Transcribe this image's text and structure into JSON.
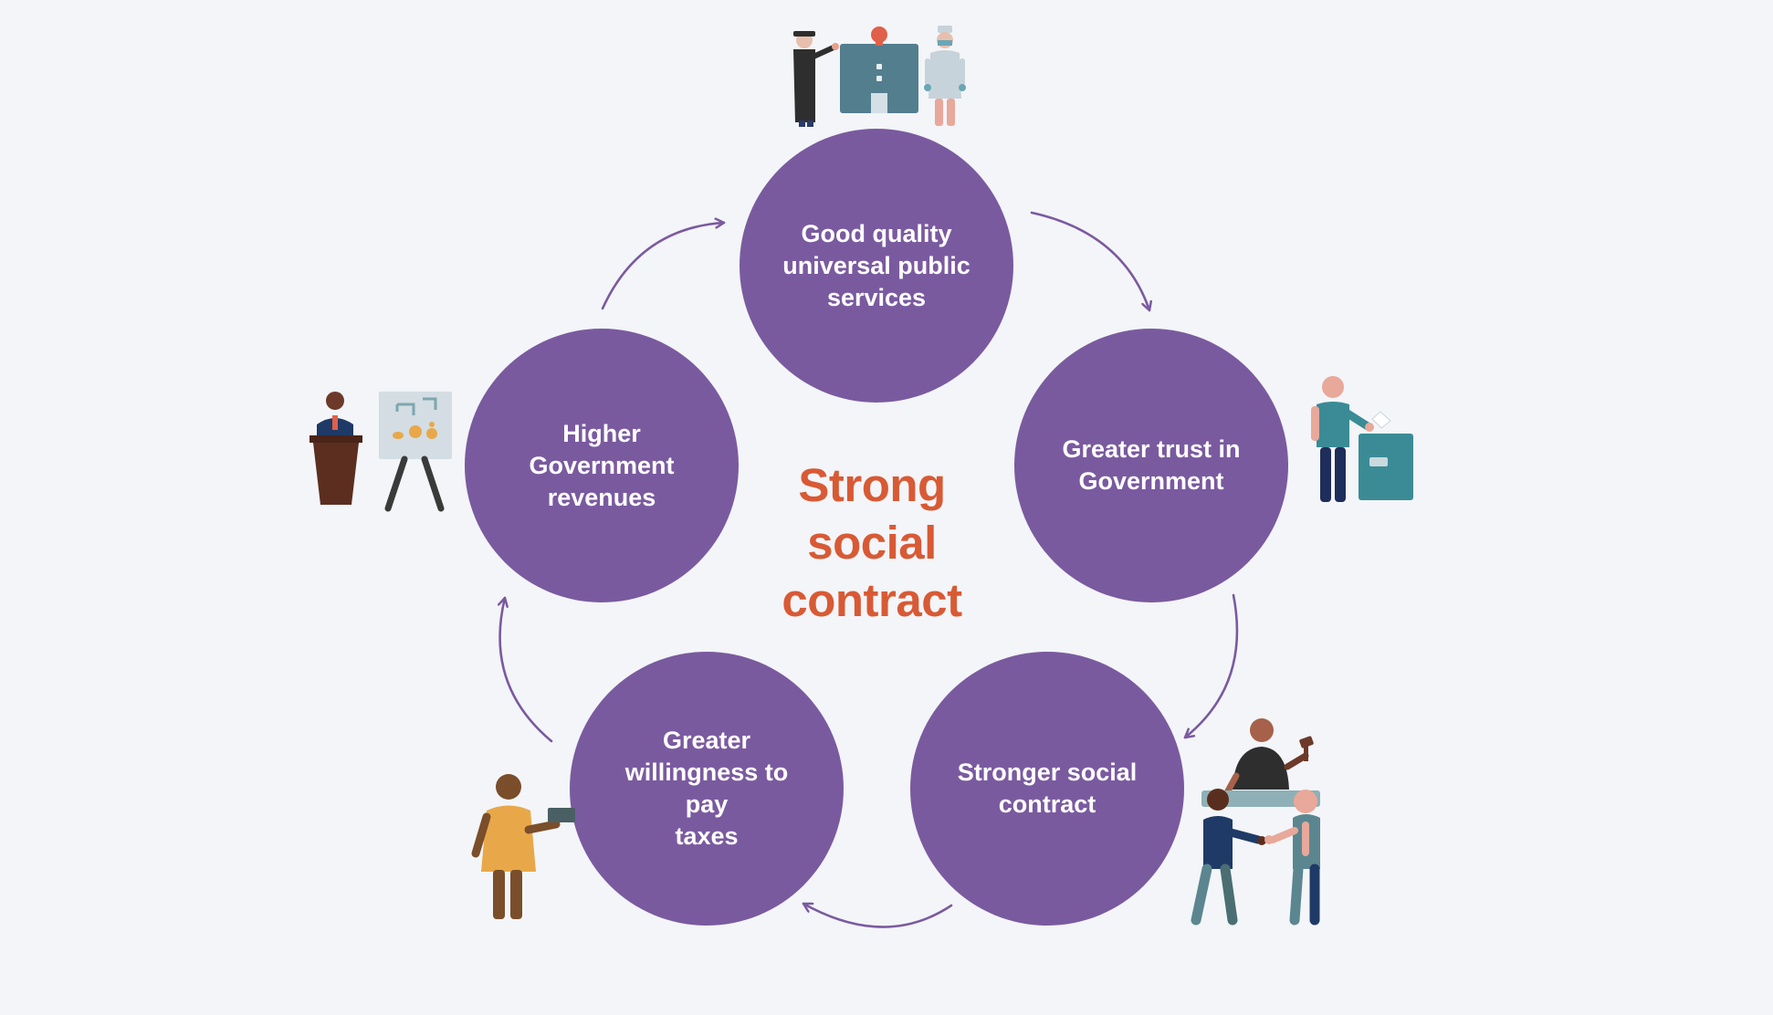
{
  "colors": {
    "background": "#f3f5f8",
    "node_fill": "#7a5a9f",
    "node_text": "#ffffff",
    "arrow": "#7a5a9f",
    "center_text": "#d85a35"
  },
  "center": {
    "title": "Strong\nsocial\ncontract"
  },
  "nodes": [
    {
      "label": "Good quality\nuniversal public\nservices",
      "icon": "public-services-icon"
    },
    {
      "label": "Greater trust in\nGovernment",
      "icon": "voting-ballot-box-icon"
    },
    {
      "label": "Stronger social\ncontract",
      "icon": "agreement-handshake-icon"
    },
    {
      "label": "Greater\nwillingness to pay\ntaxes",
      "icon": "taxpayer-icon"
    },
    {
      "label": "Higher\nGovernment\nrevenues",
      "icon": "government-presentation-icon"
    }
  ]
}
